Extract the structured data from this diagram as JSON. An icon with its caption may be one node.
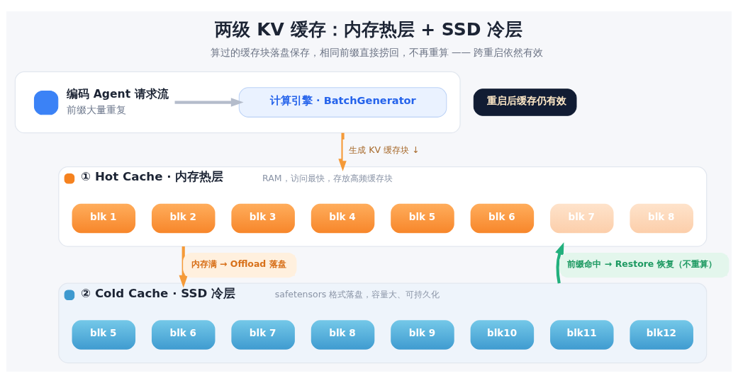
{
  "diagram": {
    "title": "两级 KV 缓存：内存热层 + SSD 冷层",
    "caption": "算过的缓存块落盘保存，相同前缀直接捞回，不再重算 —— 跨重启依然有效",
    "nodes": [
      {
        "text": [],
        "shape": "box"
      },
      {
        "text": [
          "编码 Agent 请求流",
          "前缀大量重复"
        ],
        "in": 0
      },
      {
        "text": [
          "计算引擎 · BatchGenerator"
        ],
        "in": 0
      },
      {
        "text": [
          "重启后缓存仍有效"
        ]
      },
      {
        "text": [
          "① Hot Cache · 内存热层",
          "RAM，访问最快，存放高频缓存块"
        ]
      },
      {
        "text": [
          "blk 1"
        ],
        "in": 4
      },
      {
        "text": [
          "blk 2"
        ],
        "in": 4
      },
      {
        "text": [
          "blk 3"
        ],
        "in": 4
      },
      {
        "text": [
          "blk 4"
        ],
        "in": 4
      },
      {
        "text": [
          "blk 5"
        ],
        "in": 4
      },
      {
        "text": [
          "blk 6"
        ],
        "in": 4
      },
      {
        "text": [
          "blk 7"
        ],
        "in": 4
      },
      {
        "text": [
          "blk 8"
        ],
        "in": 4
      },
      {
        "text": [
          "② Cold Cache · SSD 冷层",
          "safetensors 格式落盘，容量大、可持久化"
        ]
      },
      {
        "text": [
          "blk 5"
        ],
        "in": 13
      },
      {
        "text": [
          "blk 6"
        ],
        "in": 13
      },
      {
        "text": [
          "blk 7"
        ],
        "in": 13
      },
      {
        "text": [
          "blk 8"
        ],
        "in": 13
      },
      {
        "text": [
          "blk 9"
        ],
        "in": 13
      },
      {
        "text": [
          "blk10"
        ],
        "in": 13
      },
      {
        "text": [
          "blk11"
        ],
        "in": 13
      },
      {
        "text": [
          "blk12"
        ],
        "in": 13
      }
    ],
    "edges": [
      {
        "from": 1,
        "to": 2,
        "arrow": "to",
        "color": "#b4bccb"
      },
      {
        "from": 0,
        "to": 4,
        "arrow": "to",
        "label": "生成 KV 缓存块 ↓",
        "color": "#f59a38"
      },
      {
        "from": 4,
        "to": 13,
        "arrow": "to",
        "label": "内存满 → Offload 落盘",
        "color": "#f59a38"
      },
      {
        "from": 13,
        "to": 4,
        "arrow": "to",
        "label": "前缀命中 → Restore 恢复（不重算）",
        "color": "#22b07d"
      }
    ]
  }
}
